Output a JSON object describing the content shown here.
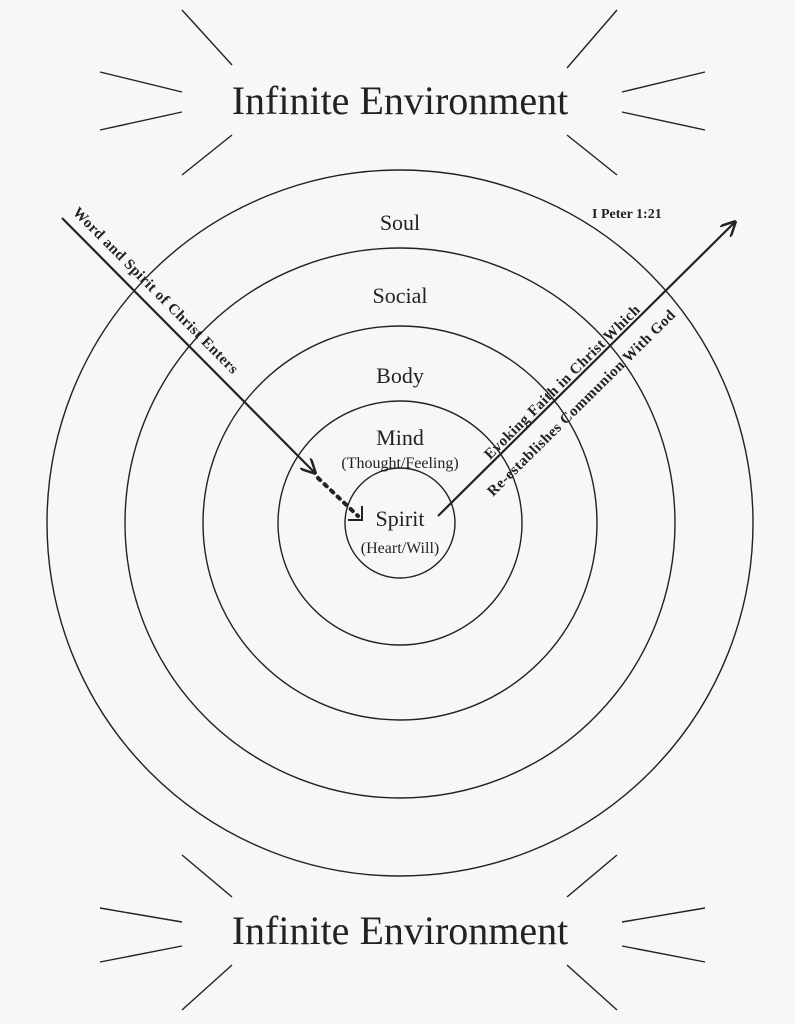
{
  "top_title": "Infinite Environment",
  "bottom_title": "Infinite Environment",
  "rings": [
    {
      "label": "Soul"
    },
    {
      "label": "Social"
    },
    {
      "label": "Body"
    },
    {
      "label": "Mind",
      "sublabel": "(Thought/Feeling)"
    },
    {
      "label": "Spirit",
      "sublabel": "(Heart/Will)"
    }
  ],
  "reference": "I Peter 1:21",
  "inbound_arrow_text": "Word and Spirit of Christ Enters",
  "outbound_arrow_text_line1": "Evoking Faith in Christ Which",
  "outbound_arrow_text_line2": "Re-establishes Communion With God"
}
